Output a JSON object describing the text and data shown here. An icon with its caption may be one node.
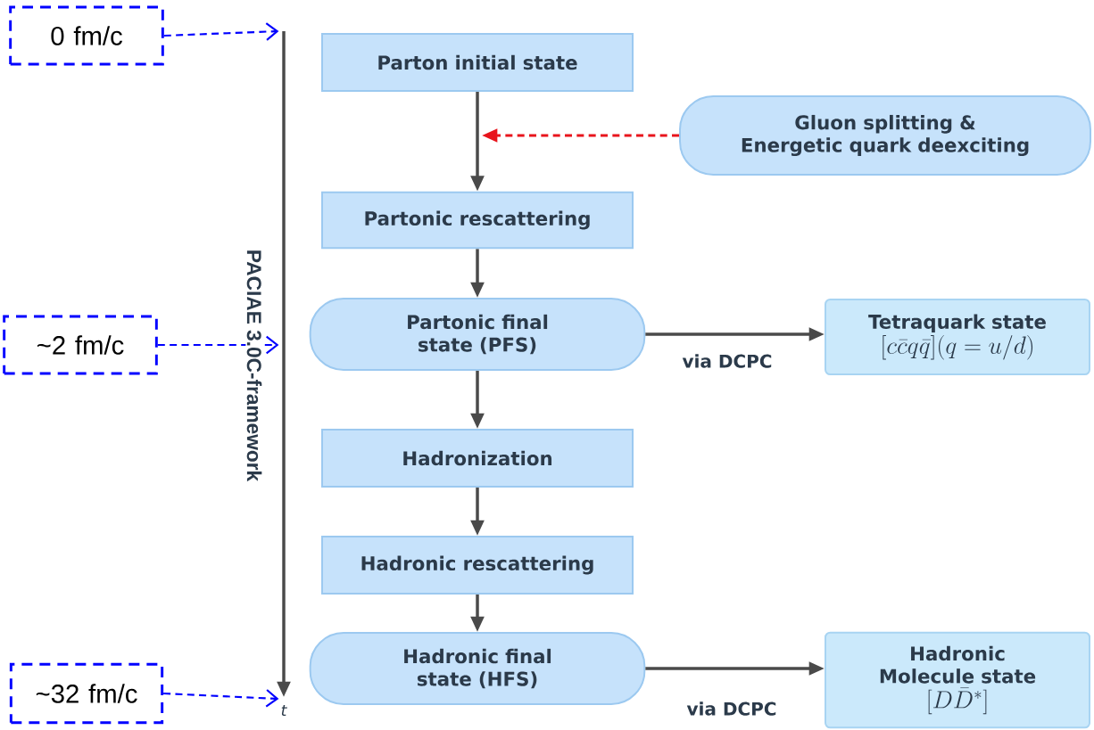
{
  "diagram": {
    "nodes": [
      {
        "text": [
          "0 fm/c"
        ]
      },
      {
        "text": [
          "~2 fm/c"
        ]
      },
      {
        "text": [
          "~32 fm/c"
        ]
      },
      {
        "text": [
          "Parton initial state"
        ]
      },
      {
        "text": [
          "Gluon splitting & Energetic quark deexciting"
        ]
      },
      {
        "text": [
          "Partonic rescattering"
        ]
      },
      {
        "text": [
          "Partonic final state (PFS)"
        ]
      },
      {
        "text": [
          "Tetraquark state",
          "[c\\bar{c}q\\bar{q}](q=u/d)"
        ]
      },
      {
        "text": [
          "Hadronization"
        ]
      },
      {
        "text": [
          "Hadronic rescattering"
        ]
      },
      {
        "text": [
          "Hadronic final state (HFS)"
        ]
      },
      {
        "text": [
          "Hadronic Molecule state",
          "[D\\bar{D}^{*}]"
        ]
      },
      {
        "text": [],
        "shape": "arrow"
      }
    ],
    "edges": [
      {
        "from": 0,
        "to": 12,
        "arrow": "to",
        "style": "dashed",
        "color": "#0000ff"
      },
      {
        "from": 1,
        "to": 12,
        "arrow": "to",
        "style": "dashed",
        "color": "#0000ff"
      },
      {
        "from": 2,
        "to": 12,
        "arrow": "to",
        "style": "dashed",
        "color": "#0000ff"
      },
      {
        "from": 3,
        "to": 5,
        "arrow": "to"
      },
      {
        "from": 4,
        "to": null,
        "arrow": "to",
        "style": "dashed",
        "color": "#e8141c"
      },
      {
        "from": 5,
        "to": 6,
        "arrow": "to"
      },
      {
        "from": 6,
        "to": 7,
        "arrow": "to",
        "label": "via DCPC"
      },
      {
        "from": 6,
        "to": 8,
        "arrow": "to"
      },
      {
        "from": 8,
        "to": 9,
        "arrow": "to"
      },
      {
        "from": 9,
        "to": 10,
        "arrow": "to"
      },
      {
        "from": 10,
        "to": 11,
        "arrow": "to",
        "label": "via DCPC"
      }
    ],
    "labels": [
      "PACIAE 3.0C-framework",
      "t"
    ]
  }
}
